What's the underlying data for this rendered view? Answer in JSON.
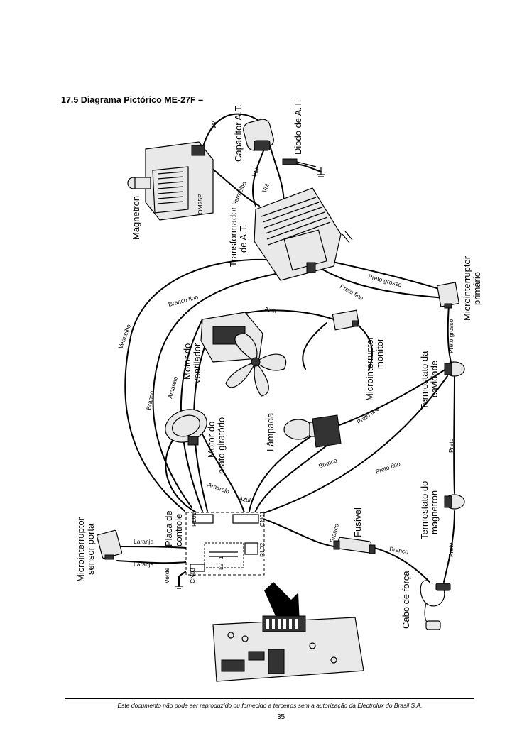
{
  "title": "17.5 Diagrama Pictórico ME-27F –",
  "components": {
    "magnetron": "Magnetron",
    "magnetron_model": "OM75P",
    "capacitor": "Capacitor  A.T.",
    "diode": "Diodo de  A.T.",
    "transformer_line1": "Transformador",
    "transformer_line2": "de A.T.",
    "fan_motor_line1": "Motor do",
    "fan_motor_line2": "ventilador",
    "turntable_motor_line1": "Motor do",
    "turntable_motor_line2": "prato giratório",
    "lamp": "Lâmpada",
    "monitor_switch_line1": "Microinterruptor",
    "monitor_switch_line2": "monitor",
    "primary_switch_line1": "Microinterruptor",
    "primary_switch_line2": "primário",
    "cavity_thermostat_line1": "Termostato da",
    "cavity_thermostat_line2": "cavidade",
    "magnetron_thermostat_line1": "Termostato do",
    "magnetron_thermostat_line2": "magnetron",
    "fuse": "Fusível",
    "power_cord": "Cabo de força",
    "control_board_line1": "Placa de",
    "control_board_line2": "controle",
    "door_switch_line1": "Microinterruptor",
    "door_switch_line2": "sensor porta"
  },
  "connectors": {
    "cn01": "CN01",
    "cn03": "CN03",
    "rl01": "RL01",
    "rl02": "RL02",
    "lvt": "LVT1"
  },
  "wires": {
    "vm_top": "VM",
    "vm_capacitor": "VM",
    "vm_diode": "VM",
    "vermelho_transformer": "Vermelho",
    "vermelho_left": "Vermelho",
    "branco_fino": "Branco fino",
    "azul_fan": "Azul",
    "azul_board": "Azul",
    "preto_grosso_1": "Preto grosso",
    "preto_grosso_2": "Preto grosso",
    "preto_fino_1": "Preto fino",
    "preto_fino_2": "Preto fino",
    "preto_fino_3": "Preto fino",
    "amarelo": "Amarelo",
    "branco_left": "Branco",
    "branco_lamp": "Branco",
    "branco_fuse": "Branco",
    "branco_cord": "Branco",
    "preto_1": "Preto",
    "preto_2": "Preto",
    "laranja_1": "Laranja",
    "laranja_2": "Laranja",
    "verde": "Verde",
    "amarelo_board": "Amarelo"
  },
  "footer": {
    "notice": "Este documento não pode ser reproduzido ou fornecido a terceiros sem a autorização da Electrolux do Brasil S.A.",
    "page_number": "35"
  }
}
